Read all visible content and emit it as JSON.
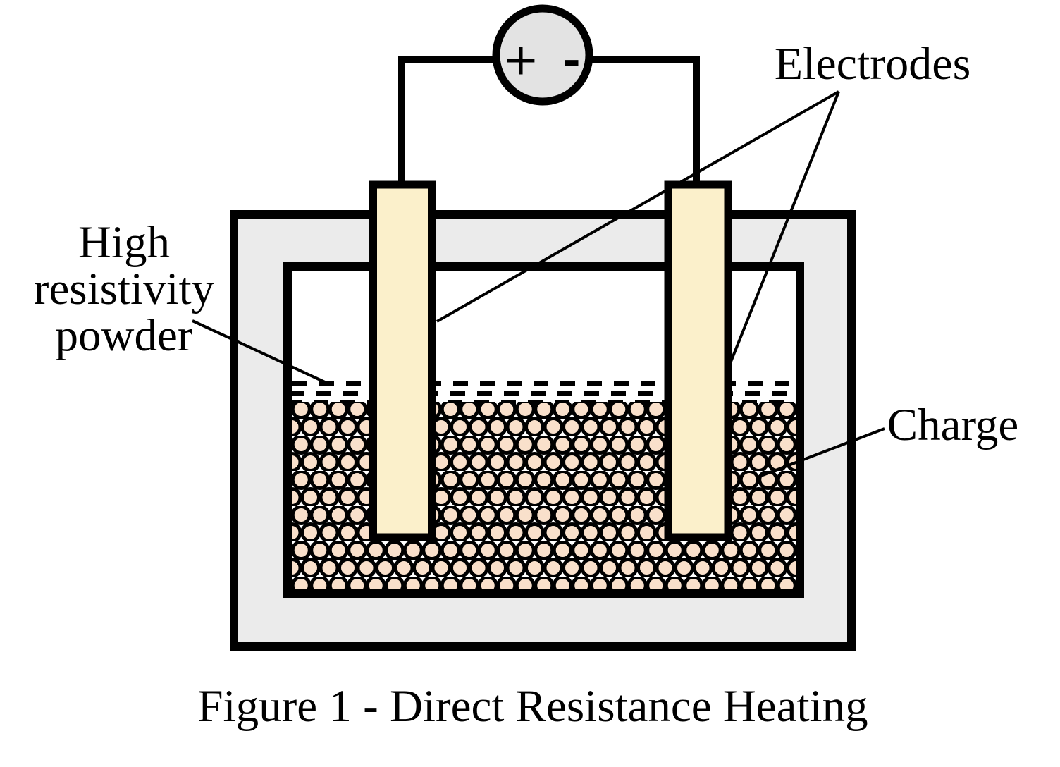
{
  "figure": {
    "caption": "Figure 1 - Direct Resistance Heating",
    "labels": {
      "electrodes": "Electrodes",
      "powder": [
        "High",
        "resistivity",
        "powder"
      ],
      "charge": "Charge"
    },
    "power_source": {
      "positive": "+",
      "negative": "-"
    },
    "colors": {
      "line": "#000000",
      "furnace_wall": "#EBEBEB",
      "chamber": "#FFFFFF",
      "electrode": "#FBF0CB",
      "charge_particle": "#F9E0CB",
      "power_source_fill": "#E3E3E3"
    }
  }
}
